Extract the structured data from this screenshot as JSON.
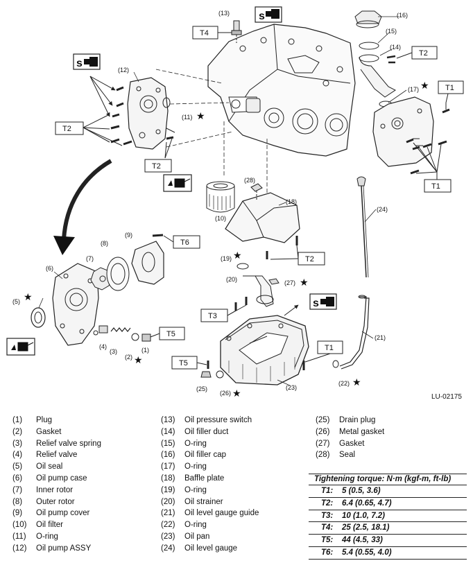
{
  "figure_id": "LU-02175",
  "callout_labels": {
    "n1": "(1)",
    "n2": "(2)",
    "n3": "(3)",
    "n4": "(4)",
    "n5": "(5)",
    "n6": "(6)",
    "n7": "(7)",
    "n8": "(8)",
    "n9": "(9)",
    "n10": "(10)",
    "n11": "(11)",
    "n12": "(12)",
    "n13": "(13)",
    "n14": "(14)",
    "n15": "(15)",
    "n16": "(16)",
    "n17": "(17)",
    "n18": "(18)",
    "n19": "(19)",
    "n20": "(20)",
    "n21": "(21)",
    "n22": "(22)",
    "n23": "(23)",
    "n24": "(24)",
    "n25": "(25)",
    "n26": "(26)",
    "n27": "(27)",
    "n28": "(28)"
  },
  "torque_tags": {
    "t4": "T4",
    "t2_upper": "T2",
    "t1_upper": "T1",
    "t2_left": "T2",
    "t2_lower": "T2",
    "t1_right": "T1",
    "t6": "T6",
    "t2_baffle": "T2",
    "t3": "T3",
    "t5_right": "T5",
    "t1_pan": "T1",
    "t5_drain": "T5"
  },
  "legend_col1": [
    {
      "num": "(1)",
      "name": "Plug"
    },
    {
      "num": "(2)",
      "name": "Gasket"
    },
    {
      "num": "(3)",
      "name": "Relief valve spring"
    },
    {
      "num": "(4)",
      "name": "Relief valve"
    },
    {
      "num": "(5)",
      "name": "Oil seal"
    },
    {
      "num": "(6)",
      "name": "Oil pump case"
    },
    {
      "num": "(7)",
      "name": "Inner rotor"
    },
    {
      "num": "(8)",
      "name": "Outer rotor"
    },
    {
      "num": "(9)",
      "name": "Oil pump cover"
    },
    {
      "num": "(10)",
      "name": "Oil filter"
    },
    {
      "num": "(11)",
      "name": "O-ring"
    },
    {
      "num": "(12)",
      "name": "Oil pump ASSY"
    }
  ],
  "legend_col2": [
    {
      "num": "(13)",
      "name": "Oil pressure switch"
    },
    {
      "num": "(14)",
      "name": "Oil filler duct"
    },
    {
      "num": "(15)",
      "name": "O-ring"
    },
    {
      "num": "(16)",
      "name": "Oil filler cap"
    },
    {
      "num": "(17)",
      "name": "O-ring"
    },
    {
      "num": "(18)",
      "name": "Baffle plate"
    },
    {
      "num": "(19)",
      "name": "O-ring"
    },
    {
      "num": "(20)",
      "name": "Oil strainer"
    },
    {
      "num": "(21)",
      "name": "Oil level gauge guide"
    },
    {
      "num": "(22)",
      "name": "O-ring"
    },
    {
      "num": "(23)",
      "name": "Oil pan"
    },
    {
      "num": "(24)",
      "name": "Oil level gauge"
    }
  ],
  "legend_col3": [
    {
      "num": "(25)",
      "name": "Drain plug"
    },
    {
      "num": "(26)",
      "name": "Metal gasket"
    },
    {
      "num": "(27)",
      "name": "Gasket"
    },
    {
      "num": "(28)",
      "name": "Seal"
    }
  ],
  "torque_title": "Tightening torque: N·m (kgf-m, ft-lb)",
  "torque_specs": [
    {
      "code": "T1:",
      "value": "5 (0.5, 3.6)"
    },
    {
      "code": "T2:",
      "value": "6.4 (0.65, 4.7)"
    },
    {
      "code": "T3:",
      "value": "10 (1.0, 7.2)"
    },
    {
      "code": "T4:",
      "value": "25 (2.5, 18.1)"
    },
    {
      "code": "T5:",
      "value": "44 (4.5, 33)"
    },
    {
      "code": "T6:",
      "value": "5.4 (0.55, 4.0)"
    }
  ]
}
